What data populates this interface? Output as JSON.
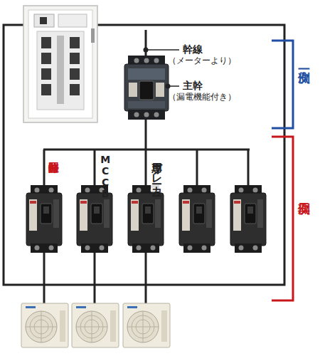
{
  "diagram": {
    "labels": [
      "幹線",
      "（メーターより）",
      "主幹",
      "（漏電機能付き）",
      "一次側",
      "二次側",
      "分岐回路",
      "MCCB",
      "専用ブレーカー"
    ]
  }
}
